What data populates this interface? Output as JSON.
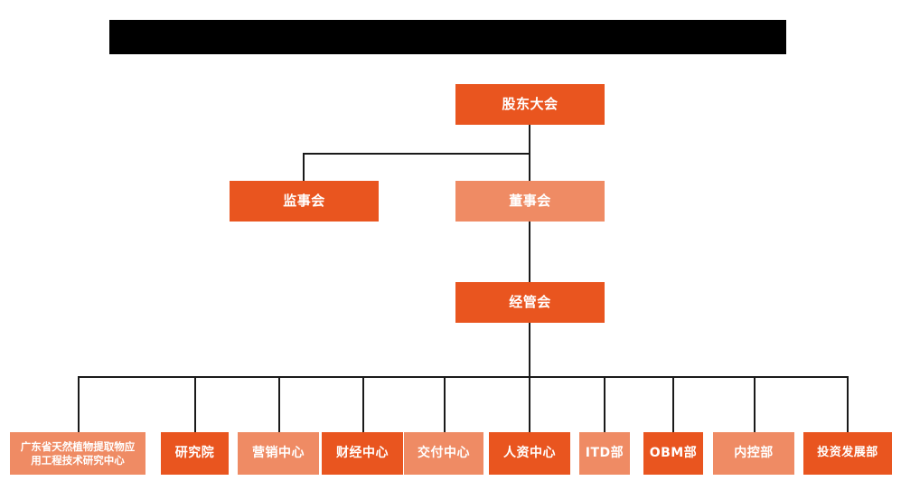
{
  "header": {
    "redacted_banner": true,
    "banner_label": ""
  },
  "theme": {
    "color_dark_orange": "#E9551F",
    "color_light_salmon": "#EF8B64",
    "color_connector": "#1A1A1A",
    "color_background": "#FFFFFF",
    "color_banner": "#000000",
    "color_text": "#FFFFFF"
  },
  "chart": {
    "type": "org-chart",
    "levels": [
      {
        "level": 1,
        "nodes": [
          {
            "id": "shareholders",
            "label": "股东大会",
            "tone": "dark"
          }
        ]
      },
      {
        "level": 2,
        "nodes": [
          {
            "id": "supervisors",
            "label": "监事会",
            "tone": "dark"
          },
          {
            "id": "directors",
            "label": "董事会",
            "tone": "light"
          }
        ]
      },
      {
        "level": 3,
        "nodes": [
          {
            "id": "management",
            "label": "经管会",
            "tone": "dark"
          }
        ]
      },
      {
        "level": 4,
        "nodes": [
          {
            "id": "research-center",
            "label": "广东省天然植物提取物应\n用工程技术研究中心",
            "tone": "light"
          },
          {
            "id": "institute",
            "label": "研究院",
            "tone": "dark"
          },
          {
            "id": "marketing-center",
            "label": "营销中心",
            "tone": "light"
          },
          {
            "id": "finance-center",
            "label": "财经中心",
            "tone": "dark"
          },
          {
            "id": "delivery-center",
            "label": "交付中心",
            "tone": "light"
          },
          {
            "id": "hr-center",
            "label": "人资中心",
            "tone": "dark"
          },
          {
            "id": "itd-dept",
            "label": "ITD部",
            "tone": "light"
          },
          {
            "id": "obm-dept",
            "label": "OBM部",
            "tone": "dark"
          },
          {
            "id": "internal-control-dept",
            "label": "内控部",
            "tone": "light"
          },
          {
            "id": "investment-development-dept",
            "label": "投资发展部",
            "tone": "dark"
          }
        ]
      }
    ],
    "edges": [
      {
        "from": "shareholders",
        "to": "supervisors"
      },
      {
        "from": "shareholders",
        "to": "directors"
      },
      {
        "from": "directors",
        "to": "management"
      },
      {
        "from": "management",
        "to": "research-center"
      },
      {
        "from": "management",
        "to": "institute"
      },
      {
        "from": "management",
        "to": "marketing-center"
      },
      {
        "from": "management",
        "to": "finance-center"
      },
      {
        "from": "management",
        "to": "delivery-center"
      },
      {
        "from": "management",
        "to": "hr-center"
      },
      {
        "from": "management",
        "to": "itd-dept"
      },
      {
        "from": "management",
        "to": "obm-dept"
      },
      {
        "from": "management",
        "to": "internal-control-dept"
      },
      {
        "from": "management",
        "to": "investment-development-dept"
      }
    ]
  }
}
